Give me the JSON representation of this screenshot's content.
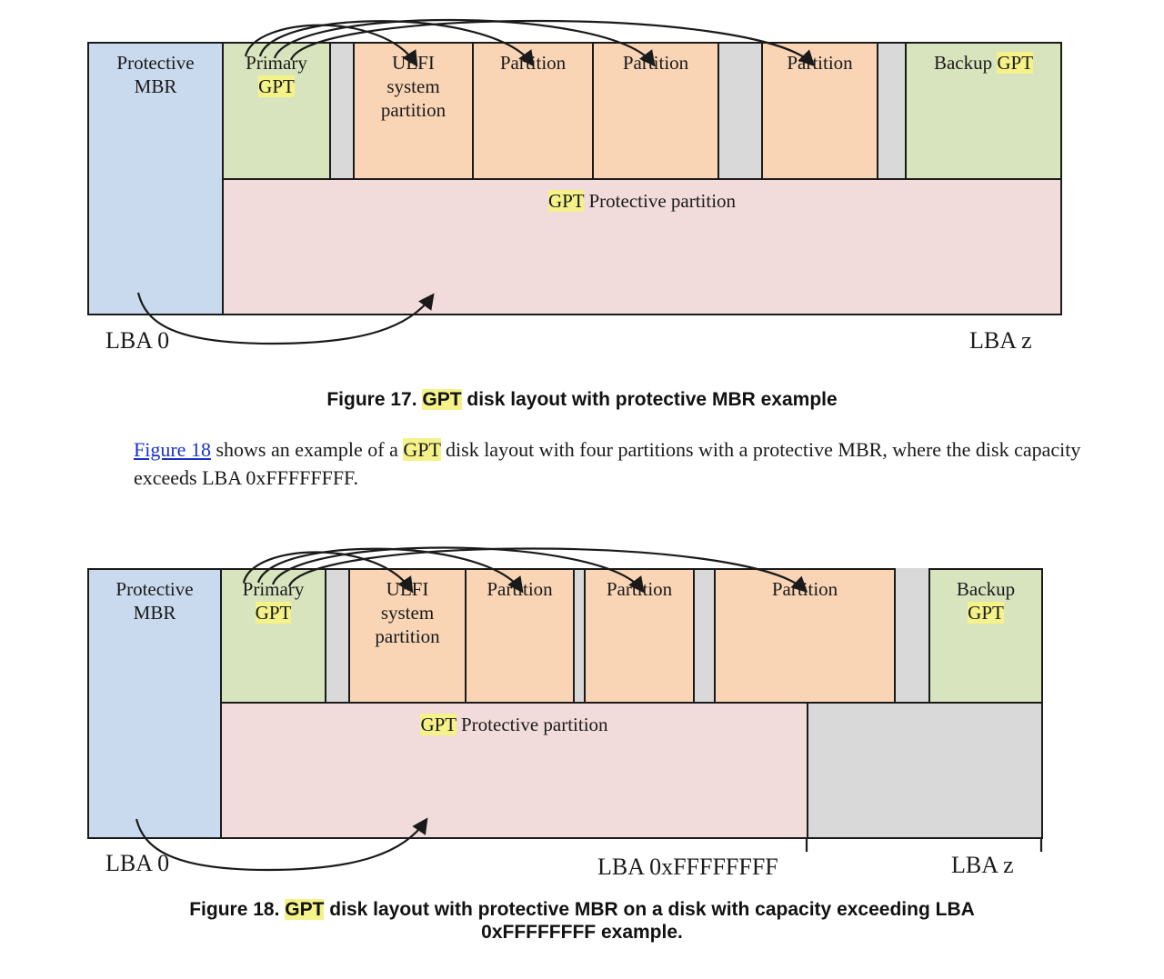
{
  "fig17": {
    "protective_mbr": "Protective MBR",
    "primary_gpt_1": "Primary",
    "primary_gpt_2": "GPT",
    "uefi_partition": "UEFI system partition",
    "partition_1": "Partition",
    "partition_2": "Partition",
    "partition_3": "Partition",
    "backup_gpt_1": "Backup",
    "backup_gpt_2": "GPT",
    "protective_partition_gpt": "GPT",
    "protective_partition_rest": "Protective partition",
    "lba_start": "LBA 0",
    "lba_end": "LBA z",
    "caption_prefix": "Figure 17.",
    "caption_gpt": "GPT",
    "caption_rest": "disk layout with protective MBR example"
  },
  "paragraph": {
    "link": "Figure 18",
    "text_before": "shows an example of a",
    "gpt": "GPT",
    "text_after": "disk layout with four partitions with a protective MBR, where the disk capacity exceeds LBA 0xFFFFFFFF."
  },
  "fig18": {
    "protective_mbr": "Protective MBR",
    "primary_gpt_1": "Primary",
    "primary_gpt_2": "GPT",
    "uefi_partition": "UEFI system partition",
    "partition_1": "Partition",
    "partition_2": "Partition",
    "partition_3": "Partition",
    "backup_gpt_1": "Backup",
    "backup_gpt_2": "GPT",
    "protective_partition_gpt": "GPT",
    "protective_partition_rest": "Protective partition",
    "lba_start": "LBA 0",
    "lba_mid": "LBA 0xFFFFFFFF",
    "lba_end": "LBA z",
    "caption_prefix": "Figure 18.",
    "caption_gpt": "GPT",
    "caption_rest_1": "disk layout with protective MBR on a disk with capacity exceeding LBA",
    "caption_rest_2": "0xFFFFFFFF example."
  },
  "colors": {
    "mbr": "#c9d9ee",
    "gpt": "#d8e4bd",
    "partition": "#f9d5b6",
    "gap": "#d9d9d9",
    "protective": "#f1dcdb",
    "highlight": "#f5f28a",
    "link": "#1a32c8"
  }
}
